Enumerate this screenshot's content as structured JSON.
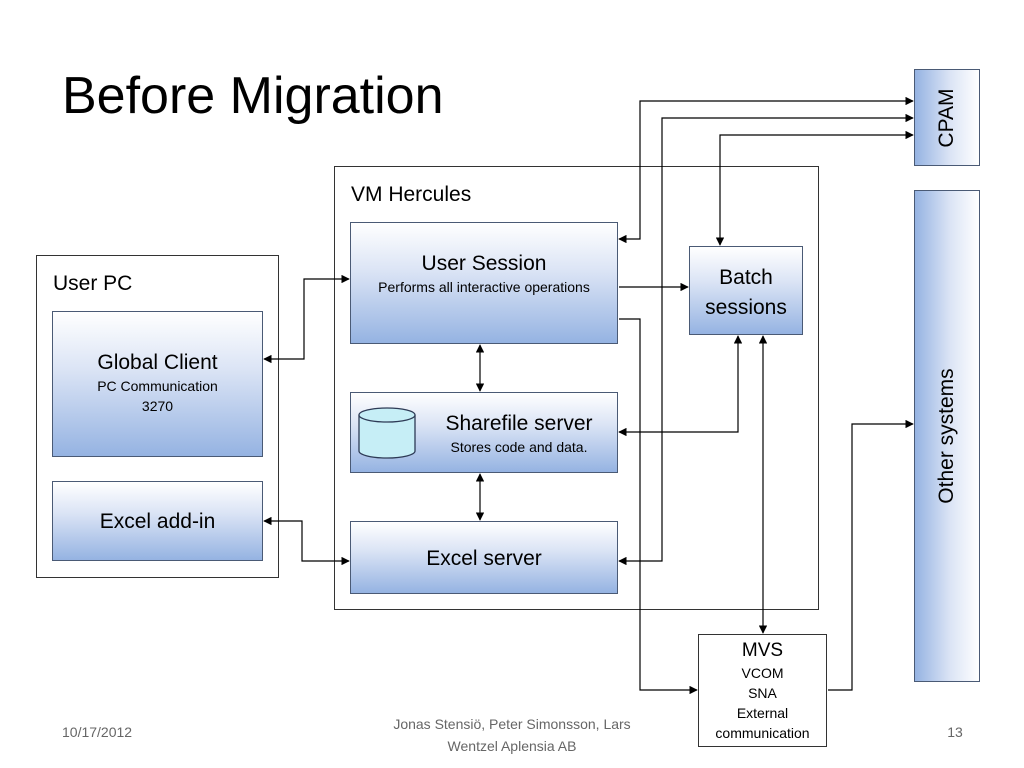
{
  "slide": {
    "title": "Before Migration",
    "footer": {
      "date": "10/17/2012",
      "authors_line1": "Jonas Stensiö, Peter Simonsson, Lars",
      "authors_line2": "Wentzel Aplensia AB",
      "page_number": "13"
    }
  },
  "diagram": {
    "user_pc": {
      "label": "User PC",
      "global_client": {
        "title": "Global Client",
        "sub1": "PC Communication",
        "sub2": "3270"
      },
      "excel_addin": {
        "title": "Excel add-in"
      }
    },
    "vm_hercules": {
      "label": "VM Hercules",
      "user_session": {
        "title": "User Session",
        "sub": "Performs all interactive operations"
      },
      "sharefile_server": {
        "title": "Sharefile server",
        "sub": "Stores code and data.",
        "icon": "database-cylinder-icon"
      },
      "excel_server": {
        "title": "Excel server"
      },
      "batch_sessions": {
        "line1": "Batch",
        "line2": "sessions"
      }
    },
    "mvs": {
      "title": "MVS",
      "line1": "VCOM",
      "line2": "SNA",
      "line3": "External",
      "line4": "communication"
    },
    "cpam": {
      "label": "CPAM"
    },
    "other_systems": {
      "label": "Other systems"
    },
    "colors": {
      "box_gradient_top": "#ffffff",
      "box_gradient_bottom": "#95b3e2",
      "cylinder_fill": "#c6eef6",
      "line": "#000000"
    }
  }
}
